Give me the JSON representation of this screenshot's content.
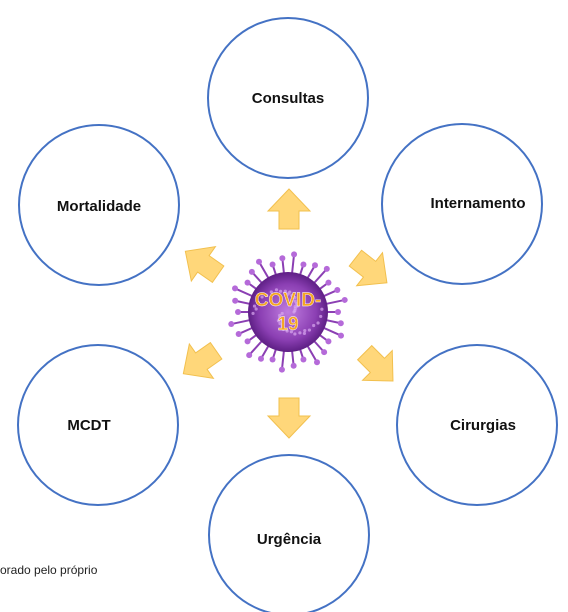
{
  "diagram": {
    "center": {
      "label_line1": "COVID-",
      "label_line2": "19"
    },
    "nodes": [
      {
        "id": "consultas",
        "label": "Consultas"
      },
      {
        "id": "internamento",
        "label": "Internamento"
      },
      {
        "id": "cirurgias",
        "label": "Cirurgias"
      },
      {
        "id": "urgencia",
        "label": "Urgência"
      },
      {
        "id": "mcdt",
        "label": "MCDT"
      },
      {
        "id": "mortalidade",
        "label": "Mortalidade"
      }
    ]
  },
  "caption": {
    "text": "orado pelo próprio"
  },
  "colors": {
    "circle_stroke": "#4472C4",
    "arrow_fill": "#FFD77A",
    "arrow_stroke": "#F2C04E",
    "virus": "#8B3FB3",
    "center_text": "#F5A623"
  },
  "icons": {
    "center": "virus-icon"
  }
}
